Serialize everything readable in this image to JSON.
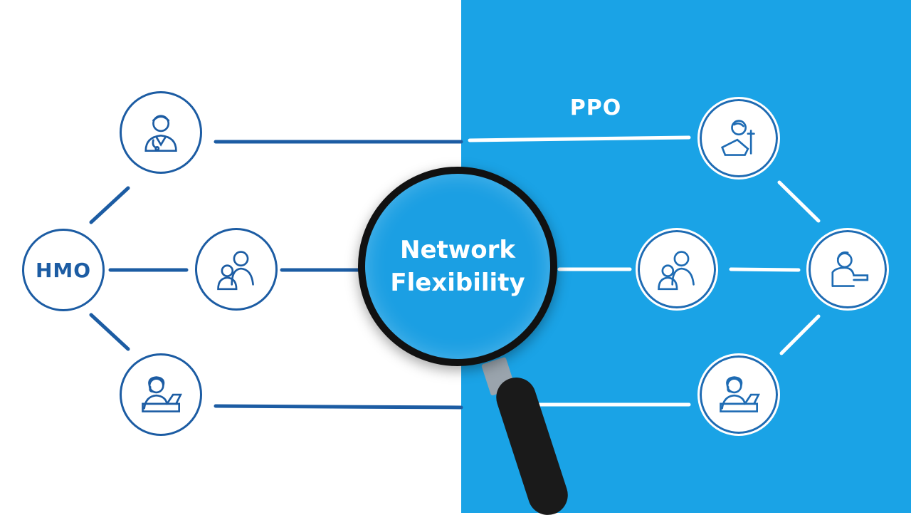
{
  "left_label": "HMO",
  "right_label": "PPO",
  "center_text": [
    "Network",
    "Flexibility"
  ],
  "colors": {
    "navy": "#1c5ca3",
    "blue_bg": "#1aa3e6",
    "white": "#ffffff",
    "handle": "#1a1a1a"
  },
  "icons": {
    "left_top": "doctor-icon",
    "left_middle": "parent-child-icon",
    "left_bottom": "receptionist-icon",
    "right_top": "dentist-icon",
    "right_middle": "parent-child-icon",
    "right_far": "specialist-icon",
    "right_bottom": "receptionist-icon"
  }
}
